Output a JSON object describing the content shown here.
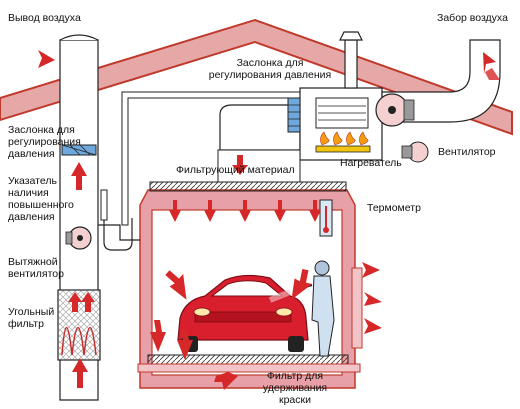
{
  "labels": {
    "exhaust_outlet": "Вывод воздуха",
    "air_intake": "Забор воздуха",
    "pressure_damper_top_1": "Заслонка для",
    "pressure_damper_top_2": "регулирования давления",
    "pressure_damper_left_1": "Заслонка для",
    "pressure_damper_left_2": "регулирования",
    "pressure_damper_left_3": "давления",
    "fan": "Вентилятор",
    "heater": "Нагреватель",
    "filter_material": "Фильтрующий материал",
    "pressure_indicator_1": "Указатель",
    "pressure_indicator_2": "наличия",
    "pressure_indicator_3": "повышенного",
    "pressure_indicator_4": "давления",
    "thermometer": "Термометр",
    "exhaust_fan_1": "Вытяжной",
    "exhaust_fan_2": "вентилятор",
    "carbon_filter_1": "Угольный",
    "carbon_filter_2": "фильтр",
    "paint_filter_1": "Фильтр для",
    "paint_filter_2": "удерживания",
    "paint_filter_3": "краски"
  },
  "colors": {
    "roof": "#c0392b",
    "booth_wall": "#e8a0a8",
    "booth_outline": "#c0392b",
    "duct": "#ffffff",
    "duct_outline": "#222222",
    "arrow": "#d62828",
    "car": "#d91e2e",
    "flame": "#f39c12",
    "panel_blue": "#6fa8dc"
  },
  "icons": [
    "arrow-icon",
    "flame-icon",
    "fan-icon",
    "thermometer-icon",
    "painter-icon",
    "car-icon",
    "damper-icon"
  ]
}
